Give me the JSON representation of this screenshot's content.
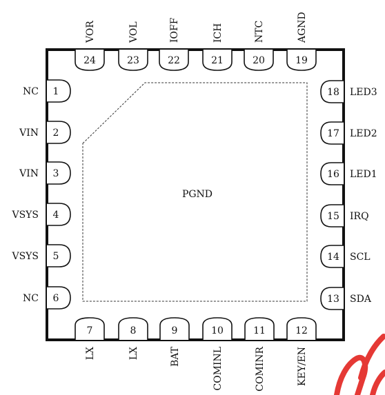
{
  "package": {
    "pad_label": "PGND"
  },
  "pins": {
    "left": [
      {
        "num": "1",
        "name": "NC"
      },
      {
        "num": "2",
        "name": "VIN"
      },
      {
        "num": "3",
        "name": "VIN"
      },
      {
        "num": "4",
        "name": "VSYS"
      },
      {
        "num": "5",
        "name": "VSYS"
      },
      {
        "num": "6",
        "name": "NC"
      }
    ],
    "bottom": [
      {
        "num": "7",
        "name": "LX"
      },
      {
        "num": "8",
        "name": "LX"
      },
      {
        "num": "9",
        "name": "BAT"
      },
      {
        "num": "10",
        "name": "COMINL"
      },
      {
        "num": "11",
        "name": "COMINR"
      },
      {
        "num": "12",
        "name": "KEY/EN"
      }
    ],
    "right": [
      {
        "num": "13",
        "name": "SDA"
      },
      {
        "num": "14",
        "name": "SCL"
      },
      {
        "num": "15",
        "name": "IRQ"
      },
      {
        "num": "16",
        "name": "LED1"
      },
      {
        "num": "17",
        "name": "LED2"
      },
      {
        "num": "18",
        "name": "LED3"
      }
    ],
    "top": [
      {
        "num": "19",
        "name": "AGND"
      },
      {
        "num": "20",
        "name": "NTC"
      },
      {
        "num": "21",
        "name": "ICH"
      },
      {
        "num": "22",
        "name": "IOFF"
      },
      {
        "num": "23",
        "name": "VOL"
      },
      {
        "num": "24",
        "name": "VOR"
      }
    ]
  },
  "colors": {
    "outline": "#111111",
    "watermark": "#e53935"
  }
}
